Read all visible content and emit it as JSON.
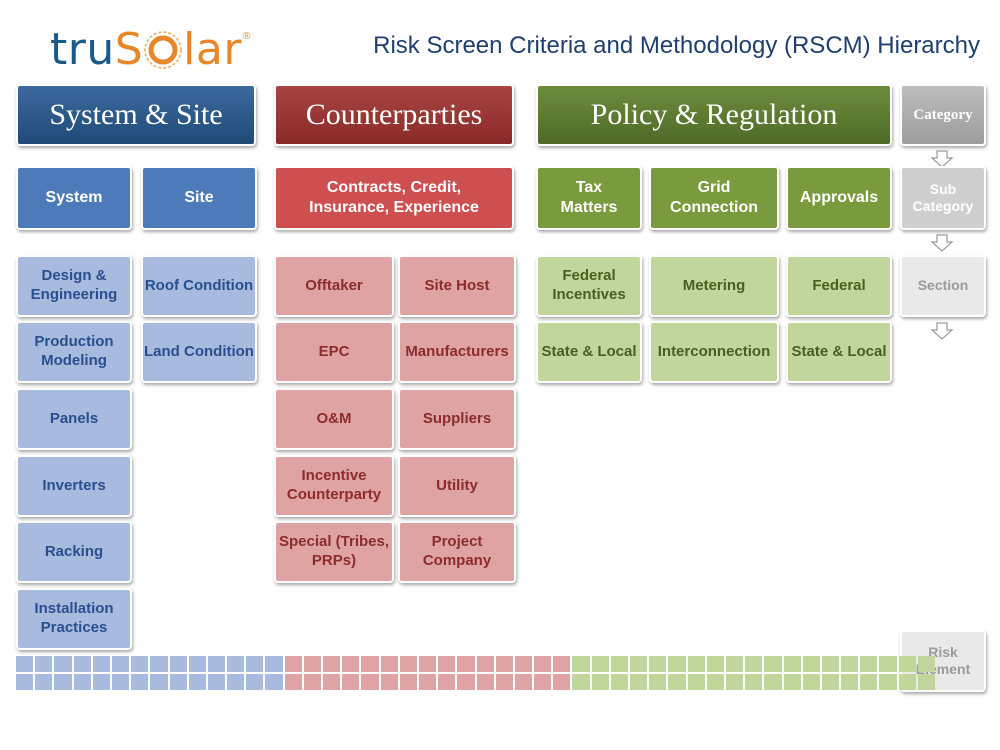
{
  "logo": {
    "part1": "tru",
    "part2_a": "S",
    "part2_b": "lar",
    "mark": "®"
  },
  "title": "Risk Screen Criteria and Methodology (RSCM) Hierarchy",
  "categories": {
    "system_site": "System & Site",
    "counterparties": "Counterparties",
    "policy": "Policy & Regulation"
  },
  "subcategories": {
    "system": "System",
    "site": "Site",
    "contracts": "Contracts, Credit, Insurance, Experience",
    "tax": "Tax Matters",
    "grid": "Grid Connection",
    "approvals": "Approvals"
  },
  "sections": {
    "system": [
      "Design & Engineering",
      "Production Modeling",
      "Panels",
      "Inverters",
      "Racking",
      "Installation Practices"
    ],
    "site": [
      "Roof Condition",
      "Land Condition"
    ],
    "counterparties_left": [
      "Offtaker",
      "EPC",
      "O&M",
      "Incentive Counterparty",
      "Special (Tribes, PRPs)"
    ],
    "counterparties_right": [
      "Site Host",
      "Manufacturers",
      "Suppliers",
      "Utility",
      "Project Company"
    ],
    "tax": [
      "Federal Incentives",
      "State & Local"
    ],
    "grid": [
      "Metering",
      "Interconnection"
    ],
    "approvals": [
      "Federal",
      "State & Local"
    ]
  },
  "legend": {
    "category": "Category",
    "sub_category": "Sub Category",
    "section": "Section",
    "risk_element": "Risk Element"
  },
  "colors": {
    "blue_header": "#1f4a78",
    "red_header": "#8a2a28",
    "green_header": "#4e6a26",
    "blue_light": "#a8badd",
    "red_light": "#dfa3a3",
    "green_light": "#c1d69b"
  }
}
